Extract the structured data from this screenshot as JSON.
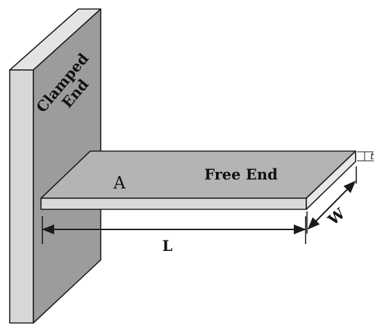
{
  "diagram": {
    "clamped_label_line1": "Clamped",
    "clamped_label_line2": "End",
    "free_end_label": "Free End",
    "area_label": "A",
    "length_label": "L",
    "width_label": "W",
    "thickness_label": "t"
  },
  "colors": {
    "wall_front": "#d7d7d7",
    "wall_side": "#9c9c9c",
    "beam_top": "#b4b4b4",
    "beam_edge": "#dadada",
    "stroke": "#1a1a1a",
    "background": "#ffffff"
  }
}
